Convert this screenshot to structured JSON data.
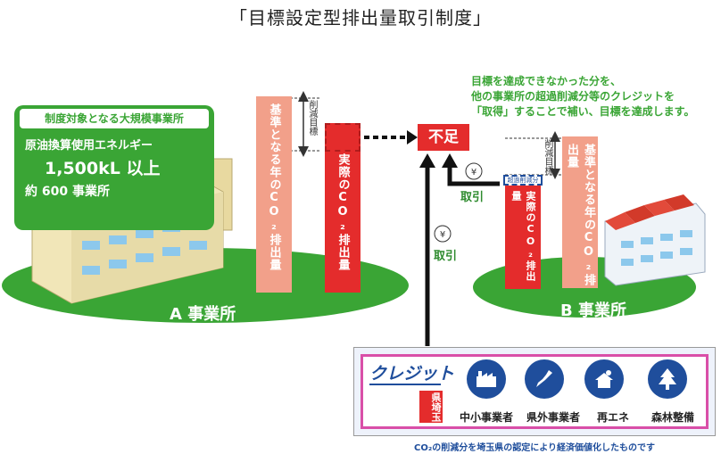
{
  "title": "「目標設定型排出量取引制度」",
  "note": {
    "line1": "目標を達成できなかった分を、",
    "line2": "他の事業所の超過削減分等のクレジットを",
    "line3": "「取得」することで補い、目標を達成します。"
  },
  "site_a": {
    "label": "A 事業所",
    "box_header": "制度対象となる大規模事業所",
    "line1": "原油換算使用エネルギー",
    "line2": "1,500kL 以上",
    "line3": "約 600 事業所",
    "baseline_bar": "基準となる年のCO₂排出量",
    "actual_bar": "実際のCO₂排出量",
    "reduction_label": "削減目標"
  },
  "site_b": {
    "label": "B 事業所",
    "baseline_bar": "基準となる年のCO₂排出量",
    "actual_bar": "実際のCO₂排出量",
    "reduction_label": "削減目標",
    "excess_label": "超過削減分"
  },
  "shortfall": "不足",
  "trade1": "取引",
  "trade2": "取引",
  "credit": {
    "logo_text": "クレジット",
    "logo_sub": "県埼玉",
    "items": [
      "中小事業者",
      "県外事業者",
      "再エネ",
      "森林整備"
    ]
  },
  "bottom_note": "CO₂の削減分を埼玉県の認定により経済価値化したものです",
  "colors": {
    "green": "#3aa535",
    "red": "#e42c2c",
    "salmon": "#f2a08a",
    "navy": "#1f4e9c",
    "pink": "#d94fa8"
  }
}
